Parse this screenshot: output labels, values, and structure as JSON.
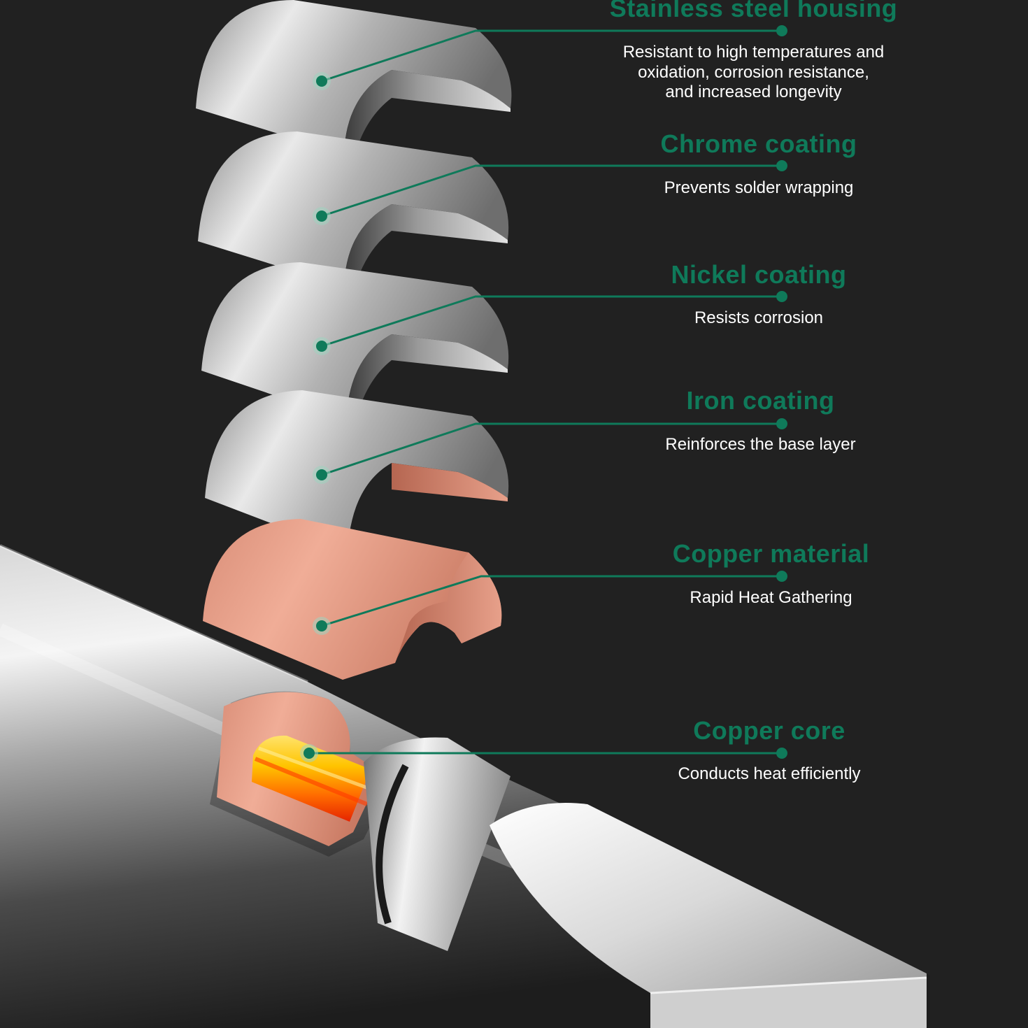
{
  "colors": {
    "background": "#212121",
    "accent": "#0f7a5a",
    "text": "#ffffff"
  },
  "layers": [
    {
      "title": "Stainless steel housing",
      "description_lines": [
        "Resistant to high temperatures and",
        "oxidation, corrosion resistance,",
        "and increased longevity"
      ]
    },
    {
      "title": "Chrome coating",
      "description_lines": [
        "Prevents solder wrapping"
      ]
    },
    {
      "title": "Nickel coating",
      "description_lines": [
        "Resists corrosion"
      ]
    },
    {
      "title": "Iron coating",
      "description_lines": [
        "Reinforces the base layer"
      ]
    },
    {
      "title": "Copper material",
      "description_lines": [
        "Rapid Heat Gathering"
      ]
    },
    {
      "title": "Copper core",
      "description_lines": [
        "Conducts heat efficiently"
      ]
    }
  ]
}
